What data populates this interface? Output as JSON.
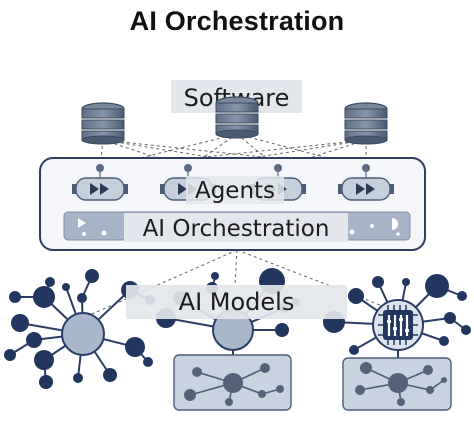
{
  "title": "AI Orchestration",
  "layers": {
    "software": "Software",
    "agents": "Agents",
    "orchestration": "AI Orchestration",
    "models": "AI Models"
  },
  "colors": {
    "node_dark": "#23365f",
    "node_light": "#a9b7cc",
    "panel_border": "#2c3e63",
    "panel_fill": "#f1f3f7",
    "box_fill": "#c8d2e0",
    "label_bg": "#e3e6ec",
    "text": "#1c1c1c"
  },
  "icons": [
    "database-icon",
    "agent-icon",
    "chip-icon"
  ]
}
